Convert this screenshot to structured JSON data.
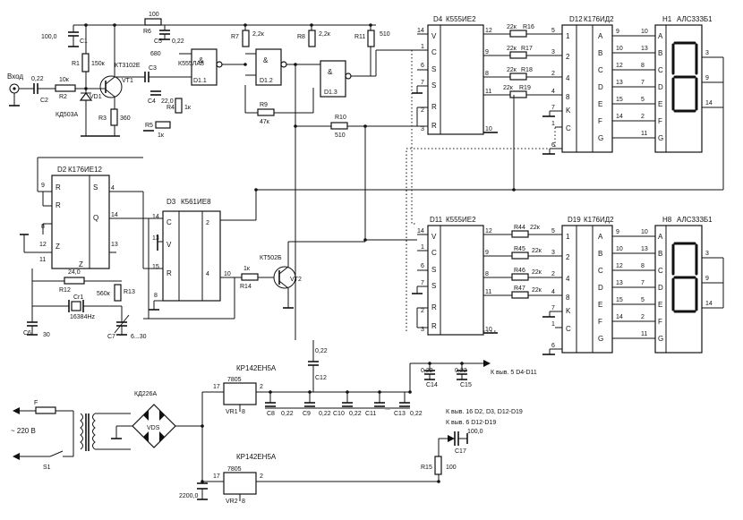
{
  "input": {
    "label": "Вход",
    "c2": "C2",
    "c2_val": "0,22",
    "r2": "R2",
    "r2_val": "10к",
    "vd1": "VD1",
    "vd1_type": "КД503А"
  },
  "osc_stage": {
    "c1": "C1",
    "c1_val": "100,0",
    "r1": "R1",
    "r1_val": "150к",
    "vt1": "VT1",
    "vt1_type": "КТ3102Е",
    "r3": "R3",
    "r3_val": "360",
    "r6": "R6",
    "r6_val": "100",
    "c5": "C5",
    "c5_val": "0,22",
    "c3": "C3",
    "c3_val": "680",
    "c4": "C4",
    "c4_val": "22,0",
    "r4": "R4",
    "r4_val": "1к",
    "r5": "R5",
    "r5_val": "1к",
    "r7": "R7",
    "r7_val": "2,2к",
    "r8": "R8",
    "r8_val": "2,2к",
    "r9": "R9",
    "r9_val": "47к",
    "r10": "R10",
    "r10_val": "510",
    "r11": "R11",
    "r11_val": "510",
    "gate_type": "К555ЛА8",
    "g1": "D1.1",
    "g2": "D1.2",
    "g3": "D1.3",
    "amp": "&"
  },
  "d2": {
    "name": "D2",
    "type": "К176ИЕ12",
    "pins_left": [
      "R",
      "R",
      "Z",
      "Z"
    ],
    "pins_right": [
      "S",
      "Q"
    ],
    "pin_nums": [
      "9",
      "8",
      "12",
      "11",
      "4",
      "14",
      "13"
    ],
    "r12": "R12",
    "r12_val": "24,0",
    "r13": "R13",
    "r13_val": "560к",
    "cr1": "Cr1",
    "cr1_val": "16384Hz",
    "c6": "C6",
    "c6_val": "30",
    "c7": "C7",
    "c7_val": "6...30"
  },
  "d3": {
    "name": "D3",
    "type": "К561ИЕ8",
    "pins": [
      "C",
      "V",
      "R"
    ],
    "pin_nums": [
      "14",
      "13",
      "15",
      "8",
      "2",
      "4",
      "10"
    ],
    "r14": "R14",
    "r14_val": "1к",
    "vt2": "VT2",
    "vt2_type": "КТ502Б"
  },
  "d4": {
    "name": "D4",
    "type": "К555ИЕ2",
    "pins_left": [
      "V",
      "C",
      "S",
      "S",
      "R",
      "R"
    ],
    "pin_nums_left": [
      "14",
      "1",
      "6",
      "7",
      "2",
      "3"
    ],
    "pin_nums_right": [
      "12",
      "9",
      "8",
      "11",
      "10"
    ],
    "r16": "R16",
    "r16_val": "22к",
    "r17": "R17",
    "r17_val": "22к",
    "r18": "R18",
    "r18_val": "22к",
    "r19": "R19",
    "r19_val": "22к"
  },
  "d11": {
    "name": "D11",
    "type": "К555ИЕ2",
    "r44": "R44",
    "r44_val": "22к",
    "r45": "R45",
    "r45_val": "22к",
    "r46": "R46",
    "r46_val": "22к",
    "r47": "R47",
    "r47_val": "22к"
  },
  "d12": {
    "name": "D12",
    "type": "К176ИД2",
    "pins_left": [
      "1",
      "2",
      "4",
      "8",
      "K",
      "C"
    ],
    "pins_right": [
      "A",
      "B",
      "C",
      "D",
      "E",
      "F",
      "G"
    ],
    "pin_nums_left": [
      "5",
      "3",
      "2",
      "4",
      "7",
      "1",
      "6"
    ],
    "pin_nums_right": [
      "9",
      "10",
      "12",
      "13",
      "15",
      "14"
    ]
  },
  "d19": {
    "name": "D19",
    "type": "К176ИД2"
  },
  "h1": {
    "name": "H1",
    "type": "АЛС333Б1",
    "seg_labels": [
      "A",
      "B",
      "C",
      "D",
      "E",
      "F",
      "G"
    ],
    "seg_pins": [
      "10",
      "13",
      "8",
      "7",
      "5",
      "2",
      "11"
    ],
    "com_pins": [
      "3",
      "9",
      "14"
    ]
  },
  "h8": {
    "name": "H8",
    "type": "АЛС333Б1"
  },
  "power": {
    "mains": "~ 220 В",
    "fuse": "F",
    "switch": "S1",
    "bridge": "VDS",
    "bridge_type": "КД226А",
    "bulk": "2200,0",
    "reg_type": "КР142ЕН5А",
    "reg_code": "7805",
    "vr1": "VR1",
    "vr2": "VR2",
    "reg_pin_in": "17",
    "reg_pin_out": "2",
    "reg_pin_gnd": "8",
    "c8": "C8",
    "c9": "C9",
    "c10": "C10",
    "c11": "C11",
    "c13": "C13",
    "cap_val": "0,22",
    "c12": "C12",
    "c12_val": "0,22",
    "c14": "C14",
    "c15": "C15",
    "c17": "C17",
    "c17_val": "100,0",
    "r15": "R15",
    "r15_val": "100",
    "note1": "К выв. 5 D4-D11",
    "note2": "К выв. 16 D2, D3, D12-D19",
    "note3": "К выв. 6 D12-D19",
    "dots": "..."
  }
}
